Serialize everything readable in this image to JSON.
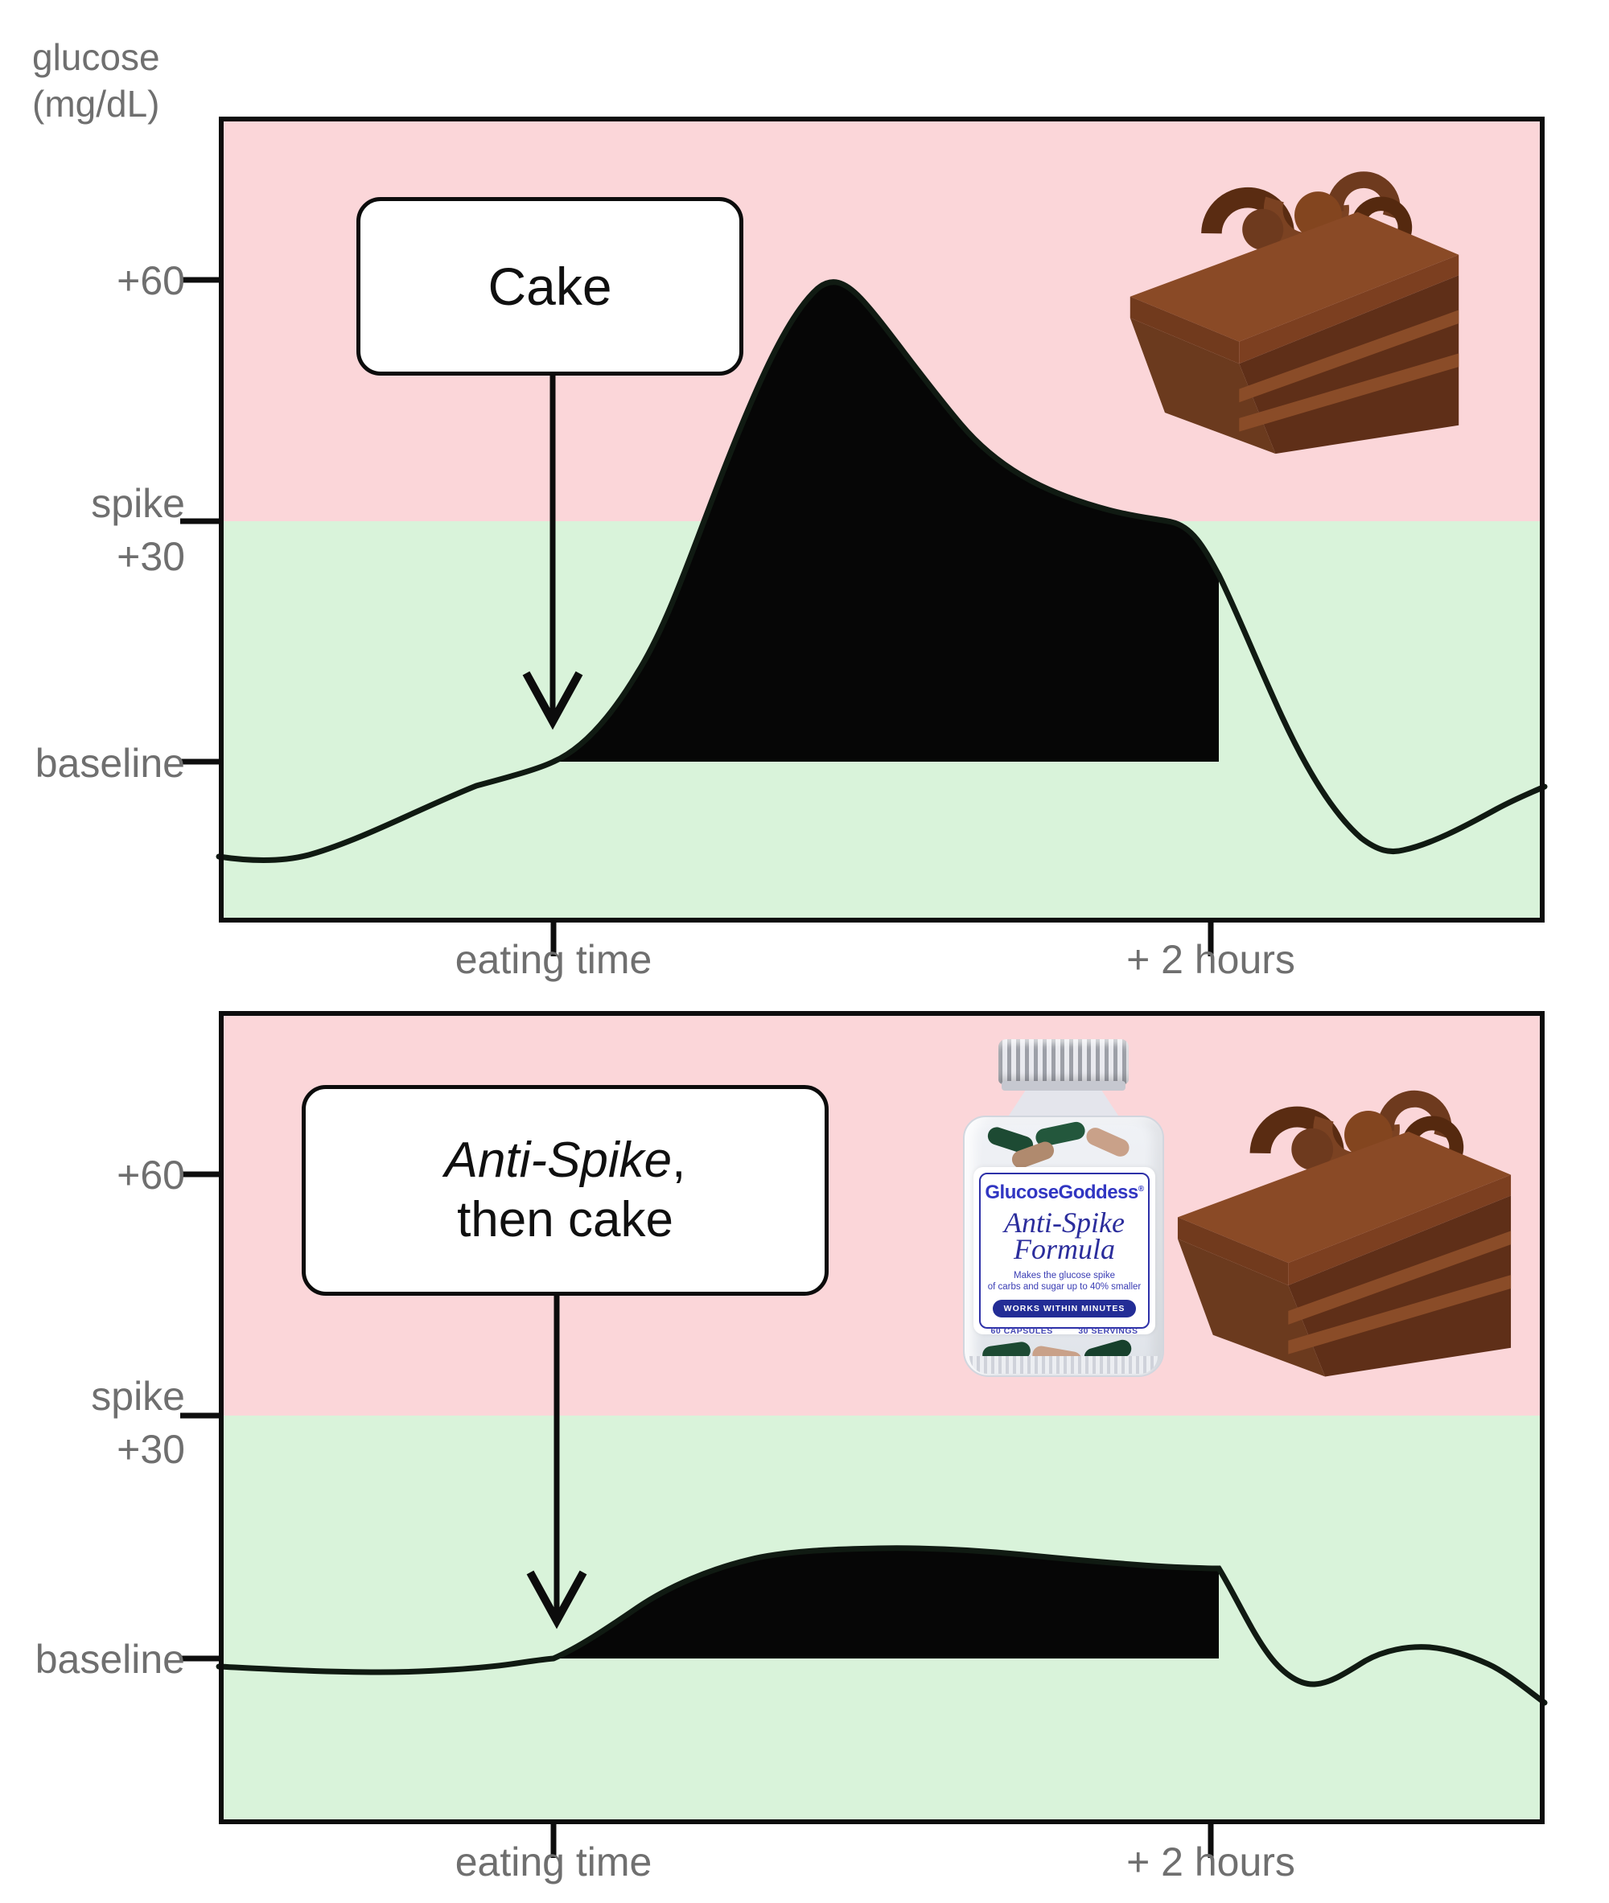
{
  "axis": {
    "y_title_line1": "glucose",
    "y_title_line2": "(mg/dL)"
  },
  "colors": {
    "spike_zone_pink": "#fbd6d9",
    "normal_zone_green": "#d9f3da",
    "curve_black": "#0c0c0c",
    "axis_text_gray": "#6f6f6f",
    "bottle_blue": "#2e31a8"
  },
  "chart_data": [
    {
      "type": "area",
      "title": "Cake",
      "x_tick_labels": [
        "eating time",
        "+ 2 hours"
      ],
      "y_tick_labels": [
        "+60",
        "spike",
        "+30",
        "baseline"
      ],
      "y_axis_title": "glucose (mg/dL)",
      "y_unit": "mg/dL relative to baseline",
      "x_unit": "hours relative to eating time",
      "xlim_hours": [
        -1.0,
        3.0
      ],
      "ylim": [
        -20,
        85
      ],
      "baseline": 0,
      "spike_threshold": 30,
      "peak_delta": 59,
      "regions": [
        {
          "label": "above spike threshold (+30)",
          "color": "#fbd6d9"
        },
        {
          "label": "below spike threshold",
          "color": "#d9f3da"
        }
      ],
      "area_fill": {
        "from_hours": 0,
        "to_hours": 2,
        "color": "#000000",
        "description": "glucose excursion above baseline shaded black between eating time and + 2 hours"
      },
      "series": [
        {
          "name": "glucose after cake",
          "x_hours": [
            -1.02,
            -0.81,
            -0.58,
            -0.4,
            -0.18,
            0,
            0.16,
            0.3,
            0.45,
            0.6,
            0.7,
            0.82,
            0.99,
            1.14,
            1.28,
            1.43,
            1.58,
            1.72,
            1.88,
            2.02,
            2.16,
            2.31,
            2.46,
            2.57,
            2.7,
            2.82,
            3.02
          ],
          "delta_mg_dl": [
            -11.8,
            -12.3,
            -8.5,
            -5.5,
            -2.3,
            0,
            6.7,
            18.7,
            33.2,
            47.2,
            54.2,
            59,
            54.2,
            47.2,
            41.2,
            36.7,
            33.4,
            31.2,
            29.9,
            23.2,
            9.2,
            -1.8,
            -9.3,
            -11.2,
            -9.8,
            -7.0,
            -3.0
          ]
        }
      ],
      "annotation": {
        "text": "Cake",
        "arrow_points_to": "eating time"
      }
    },
    {
      "type": "area",
      "title": "Anti-Spike, then cake",
      "title_parts": {
        "italic": "Anti-Spike",
        "comma": ",",
        "line2": "then cake"
      },
      "x_tick_labels": [
        "eating time",
        "+ 2 hours"
      ],
      "y_tick_labels": [
        "+60",
        "spike",
        "+30",
        "baseline"
      ],
      "y_unit": "mg/dL relative to baseline",
      "x_unit": "hours relative to eating time",
      "xlim_hours": [
        -1.0,
        3.0
      ],
      "ylim": [
        -20,
        85
      ],
      "baseline": 0,
      "spike_threshold": 30,
      "peak_delta": 14,
      "regions": [
        {
          "label": "above spike threshold (+30)",
          "color": "#fbd6d9"
        },
        {
          "label": "below spike threshold",
          "color": "#d9f3da"
        }
      ],
      "area_fill": {
        "from_hours": 0,
        "to_hours": 2,
        "color": "#000000",
        "description": "small glucose excursion above baseline shaded black between eating time and + 2 hours"
      },
      "series": [
        {
          "name": "glucose after Anti-Spike then cake",
          "x_hours": [
            -1.02,
            -0.72,
            -0.38,
            -0.14,
            0,
            0.16,
            0.3,
            0.45,
            0.6,
            0.79,
            1.04,
            1.28,
            1.53,
            1.77,
            2.02,
            2.16,
            2.31,
            2.46,
            2.67,
            2.8,
            2.9,
            3.02
          ],
          "delta_mg_dl": [
            -1.0,
            -1.5,
            -1.6,
            -0.7,
            0,
            3.9,
            7.5,
            10.5,
            12.4,
            13.4,
            13.7,
            13.4,
            12.7,
            11.9,
            11.2,
            1.2,
            -3.3,
            -2.2,
            1.4,
            0.5,
            -1.5,
            -5.5
          ]
        }
      ],
      "annotation": {
        "text": "Anti-Spike, then cake",
        "arrow_points_to": "eating time"
      }
    }
  ],
  "bottle": {
    "brand": "GlucoseGoddess",
    "brand_mark": "®",
    "product_line1": "Anti-Spike",
    "product_line2": "Formula",
    "tagline_line1": "Makes the glucose spike",
    "tagline_line2": "of carbs and sugar up to 40% smaller",
    "badge": "WORKS WITHIN MINUTES",
    "capsules": "60 CAPSULES",
    "servings": "30 SERVINGS"
  }
}
